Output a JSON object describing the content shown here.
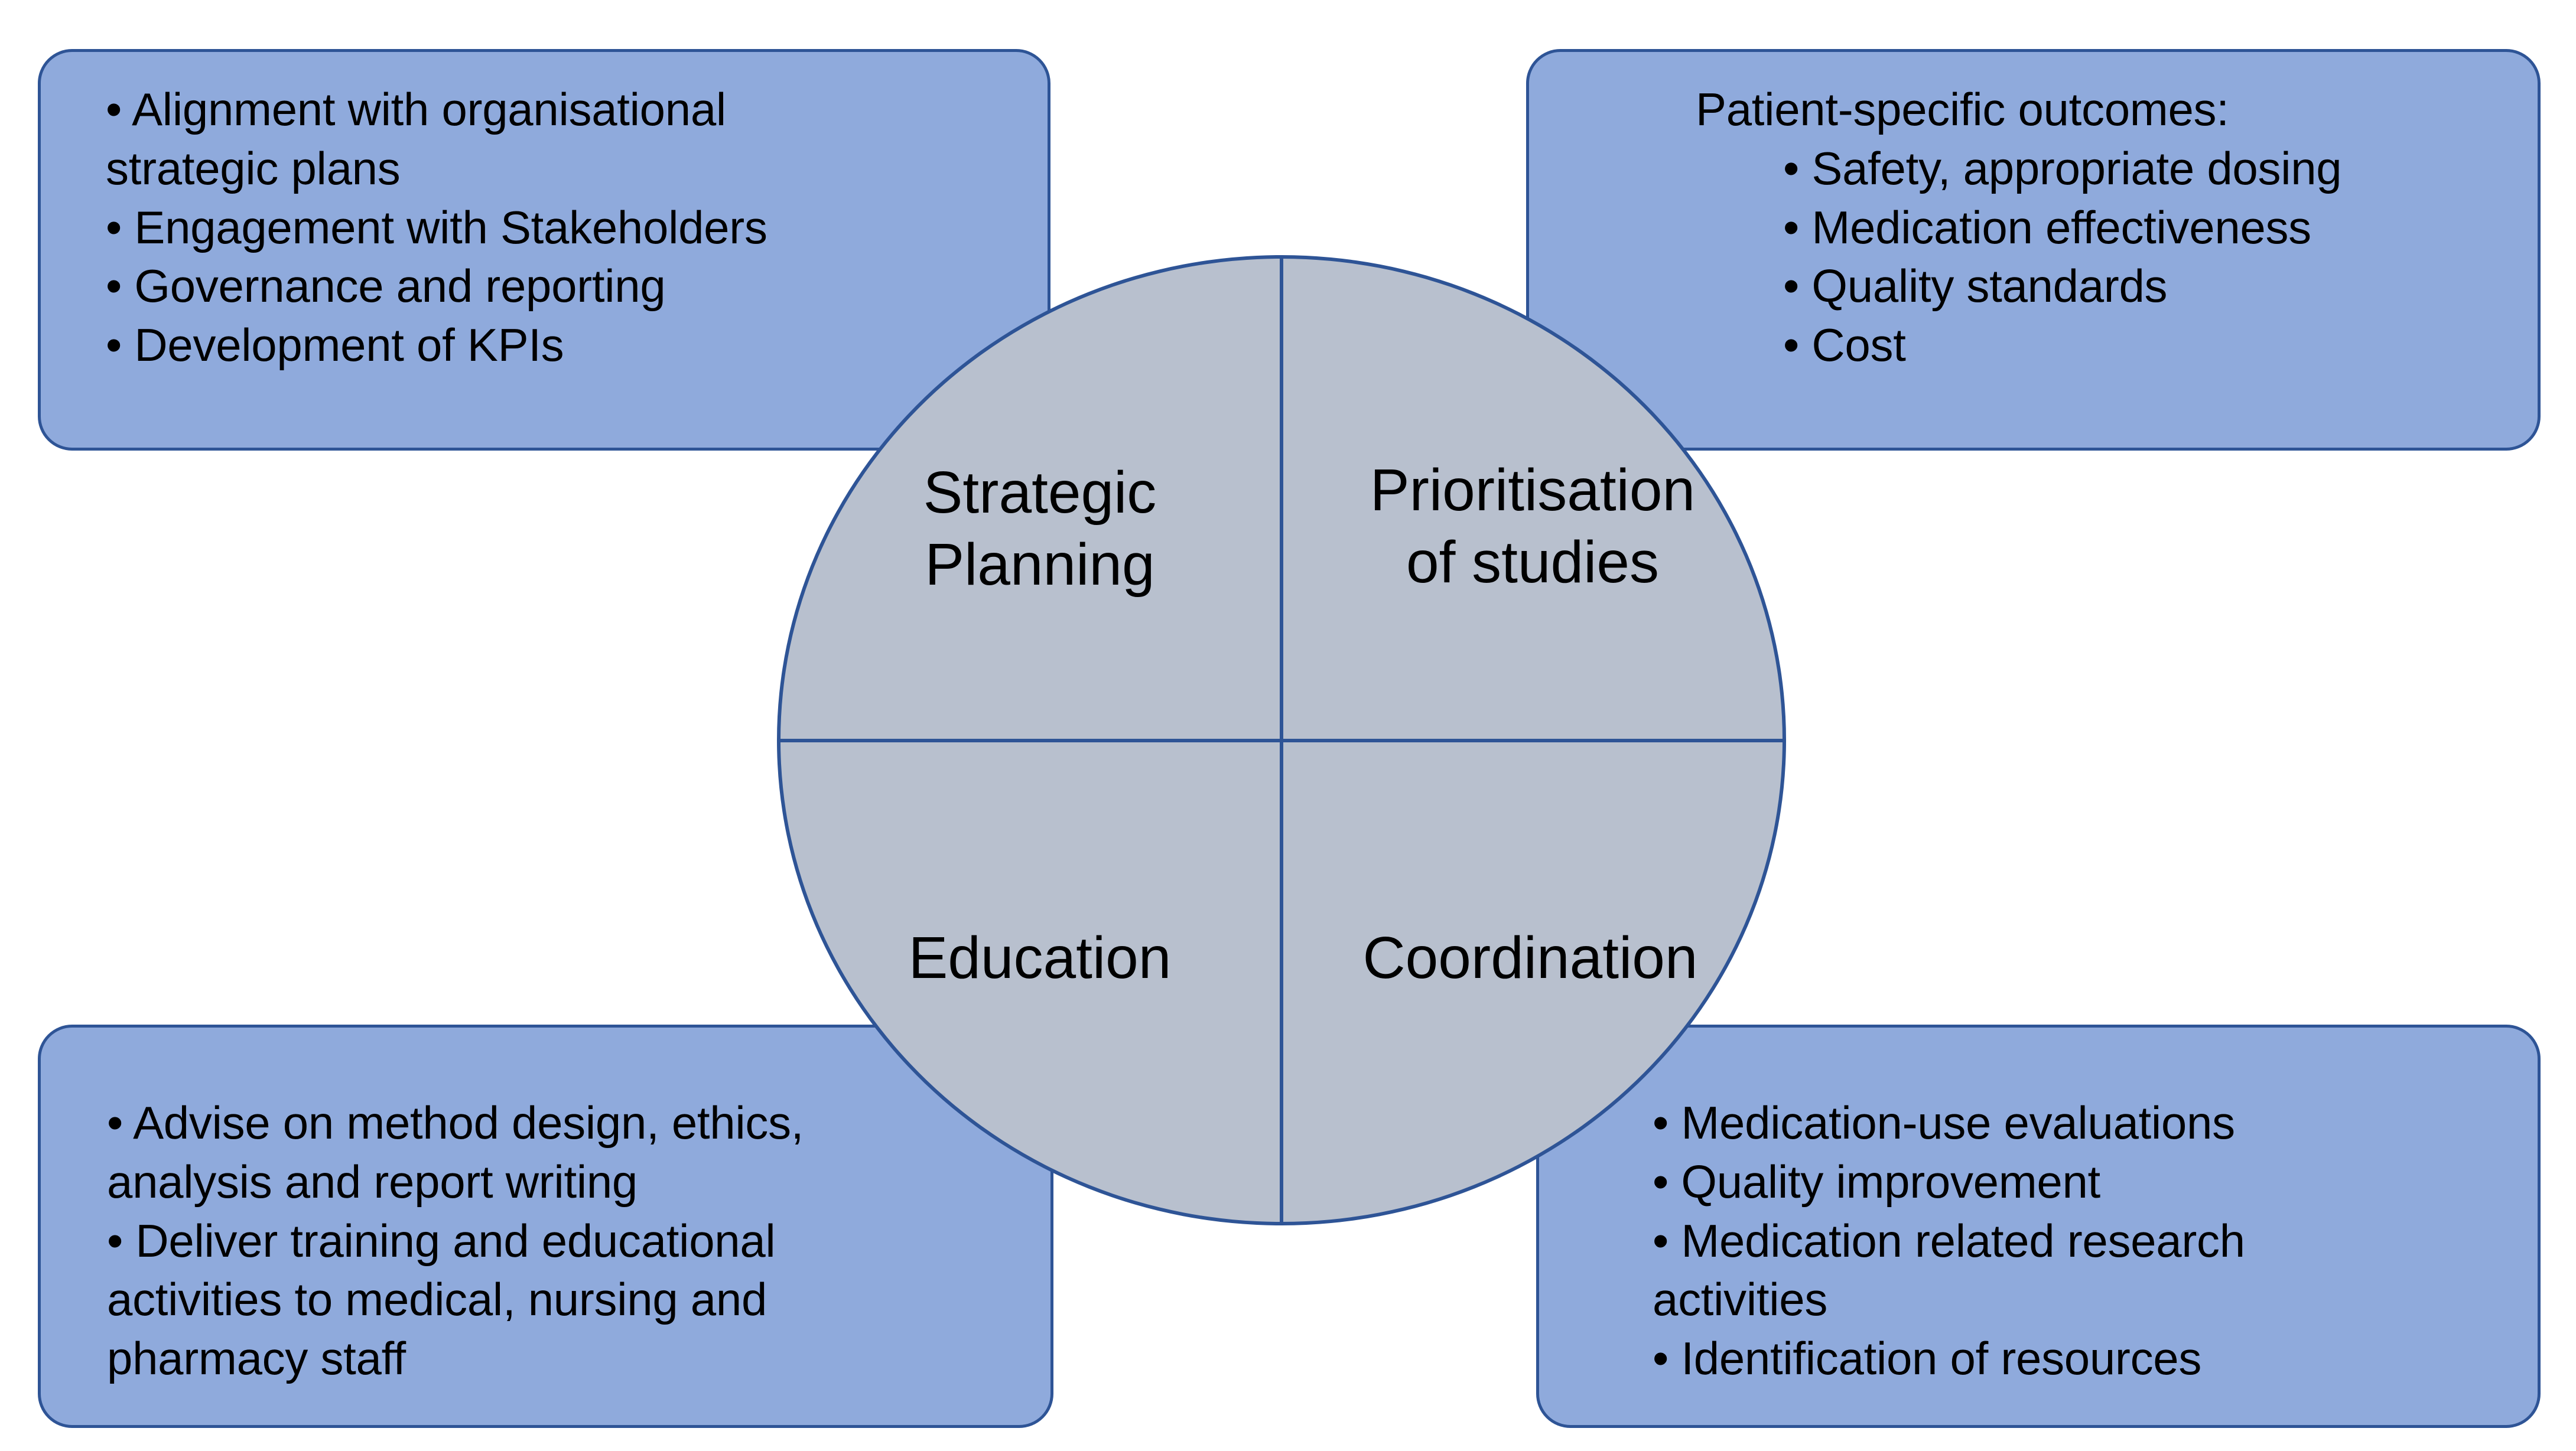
{
  "diagram": {
    "title": "Pharmacy research roles quadrant diagram",
    "colors": {
      "box_fill": "#8FAADC",
      "box_border": "#2E5496",
      "circle_fill": "#B8C0CE",
      "circle_border": "#2E5496",
      "text": "#000000",
      "background": "#FFFFFF"
    }
  },
  "circle": {
    "quadrants": [
      {
        "id": "strategic-planning",
        "label": "Strategic\nPlanning"
      },
      {
        "id": "prioritisation-of-studies",
        "label": "Prioritisation\nof studies"
      },
      {
        "id": "education",
        "label": "Education"
      },
      {
        "id": "coordination",
        "label": "Coordination"
      }
    ]
  },
  "boxes": {
    "top_left": {
      "id": "strategic-planning-details",
      "lines": [
        "• Alignment with organisational",
        "strategic plans",
        "• Engagement with Stakeholders",
        "• Governance and reporting",
        "• Development of KPIs"
      ]
    },
    "top_right": {
      "id": "prioritisation-details",
      "lines": [
        "Patient-specific outcomes:",
        "• Safety, appropriate dosing",
        "• Medication effectiveness",
        "• Quality standards",
        "•  Cost"
      ]
    },
    "bottom_left": {
      "id": "education-details",
      "lines": [
        "• Advise on method design, ethics,",
        "analysis and report writing",
        "• Deliver training and educational",
        "activities to medical, nursing and",
        "pharmacy staff"
      ]
    },
    "bottom_right": {
      "id": "coordination-details",
      "lines": [
        "• Medication-use evaluations",
        "• Quality improvement",
        "• Medication related research",
        "activities",
        "• Identification of resources"
      ]
    }
  }
}
